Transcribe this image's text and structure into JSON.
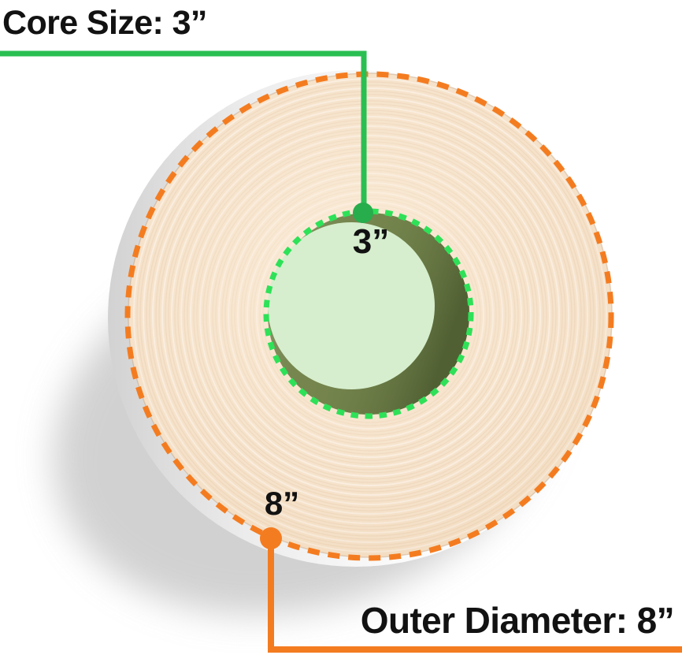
{
  "diagram": {
    "description": "Paper label roll diagram annotating core size and outer diameter",
    "core_size_label": "Core Size: 3”",
    "core_value": "3”",
    "outer_value": "8”",
    "outer_diameter_label": "Outer Diameter: 8”"
  },
  "colors": {
    "green_line": "#2abf52",
    "green_dot": "#27ad4c",
    "green_dash": "#2ee158",
    "orange": "#f47c20",
    "roll_face": "#f6e3cc",
    "core_ring": "#75854d",
    "core_hole": "#d6eecd",
    "text": "#121212",
    "background": "#ffffff"
  }
}
